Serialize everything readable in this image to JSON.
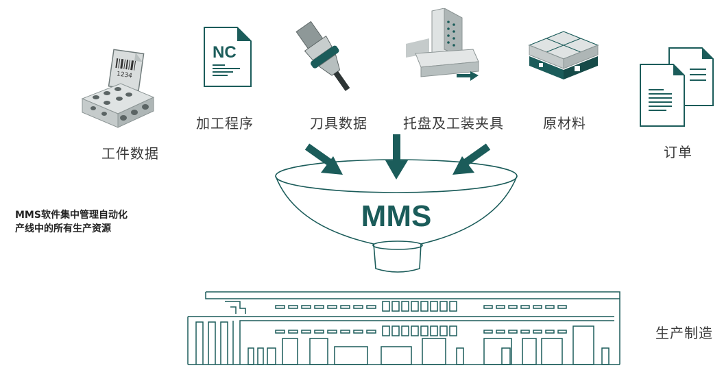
{
  "colors": {
    "teal": "#1b5c5a",
    "gray": "#6f7a7a",
    "light": "#c9cece"
  },
  "inputs": {
    "workpiece": "工件数据",
    "nc_program": "加工程序",
    "tool_data": "刀具数据",
    "pallet": "托盘及工装夹具",
    "raw_material": "原材料",
    "order": "订单"
  },
  "icons": {
    "workpiece": "workpiece-barcode-icon",
    "nc": "nc-document-icon",
    "tool": "tool-holder-icon",
    "pallet": "pallet-fixture-icon",
    "raw": "raw-material-pallet-icon",
    "order": "order-documents-icon"
  },
  "nc_badge": "NC",
  "barcode_number": "1234",
  "funnel_label": "MMS",
  "note": {
    "line1": "MMS软件集中管理自动化",
    "line2": "产线中的所有生产资源"
  },
  "production": "生产制造"
}
